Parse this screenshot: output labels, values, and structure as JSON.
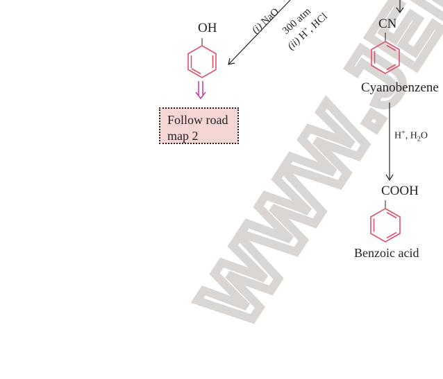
{
  "phenol": {
    "label": "OH"
  },
  "reagents_left": {
    "line1_num": "(i)",
    "line1_text": " NaO",
    "line2_text": "300 atm",
    "line3_num": "(ii)",
    "line3_text": " H",
    "line3_sup": "+",
    "line3_tail": ", HCl"
  },
  "roadmap_box": {
    "line1": "Follow road",
    "line2": "map 2"
  },
  "cyano": {
    "group": "CN",
    "name": "Cyanobenzene"
  },
  "hydrolysis": {
    "reagent_prefix": "H",
    "reagent_sup": "+",
    "reagent_mid": ", H",
    "reagent_sub": "2",
    "reagent_tail": "O"
  },
  "benzoic": {
    "group": "COOH",
    "name": "Benzoic acid"
  },
  "watermark": {
    "text": "WWW.JEE"
  },
  "colors": {
    "ring": "#e0506a",
    "arrow_pink": "#cc3399",
    "ink": "#231f20",
    "box_fill": "#f7d6d6",
    "watermark": "#d9d6d4"
  }
}
